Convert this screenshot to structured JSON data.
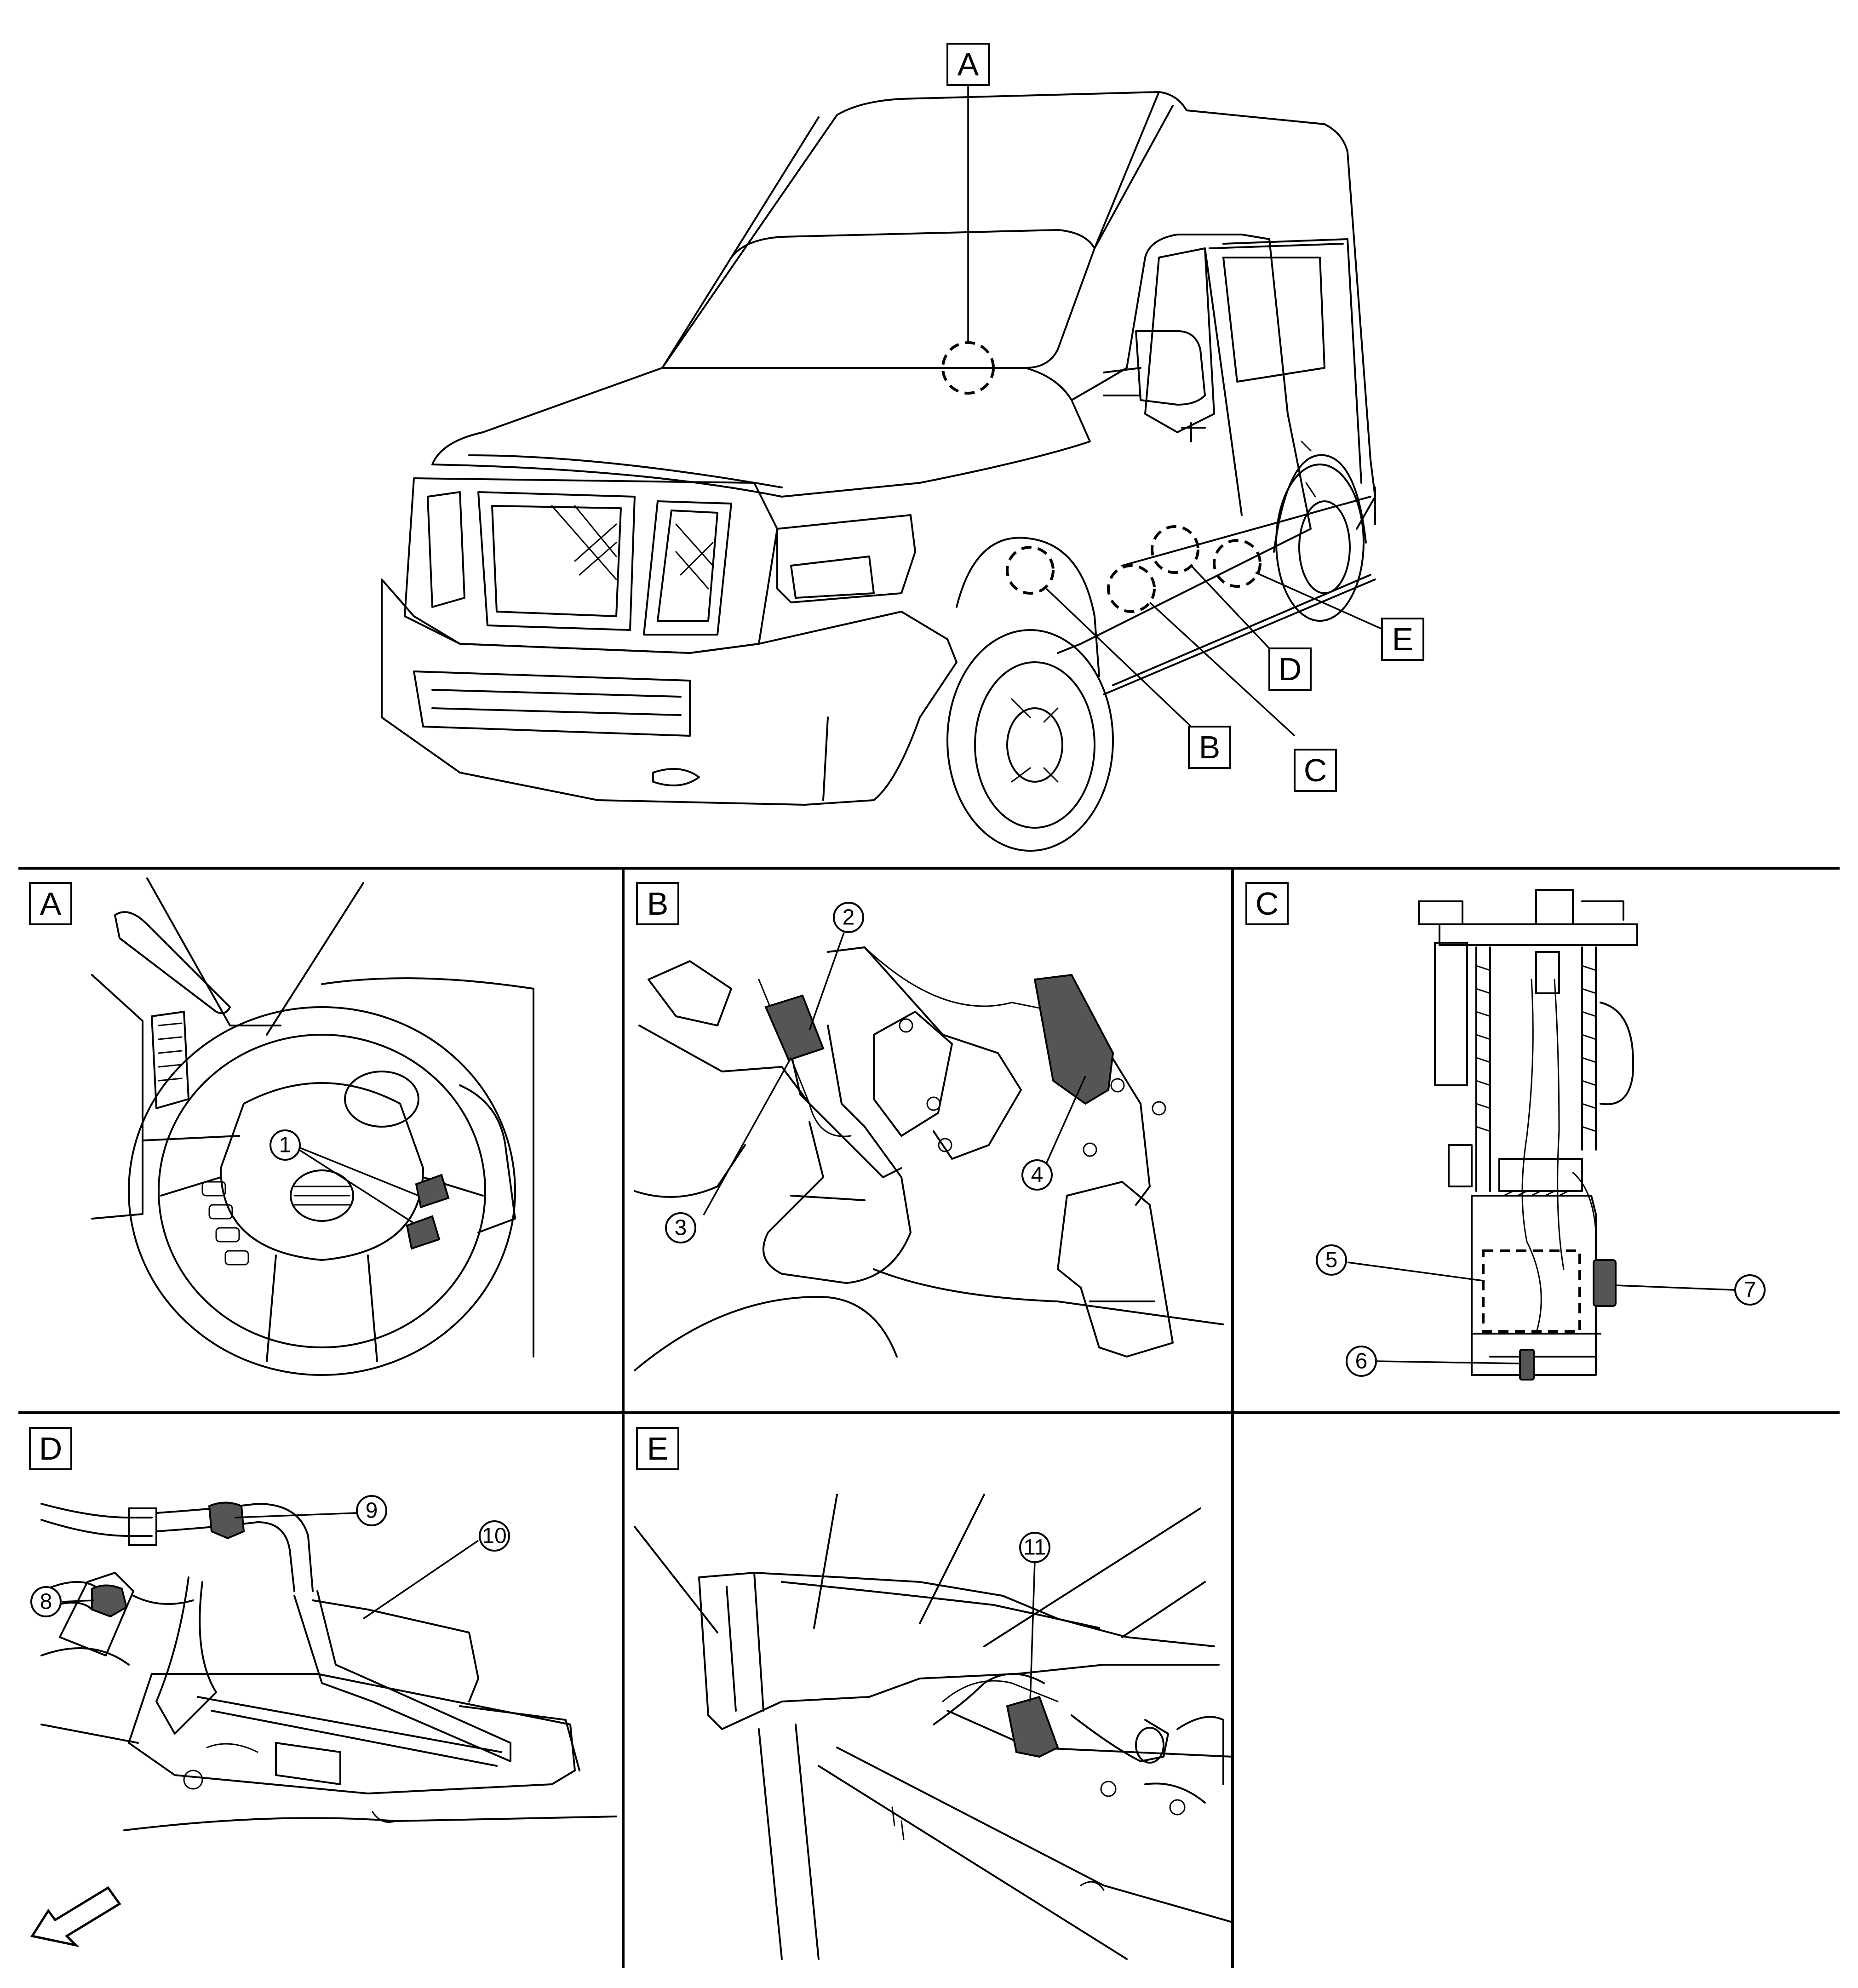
{
  "overview": {
    "callouts": [
      "A",
      "B",
      "C",
      "D",
      "E"
    ]
  },
  "panels": [
    {
      "letter": "A",
      "items": [
        "1"
      ]
    },
    {
      "letter": "B",
      "items": [
        "2",
        "3",
        "4"
      ]
    },
    {
      "letter": "C",
      "items": [
        "5",
        "6",
        "7"
      ]
    },
    {
      "letter": "D",
      "items": [
        "8",
        "9",
        "10"
      ]
    },
    {
      "letter": "E",
      "items": [
        "11"
      ]
    }
  ],
  "colors": {
    "line": "#000000",
    "background": "#ffffff",
    "connector": "#555555"
  }
}
